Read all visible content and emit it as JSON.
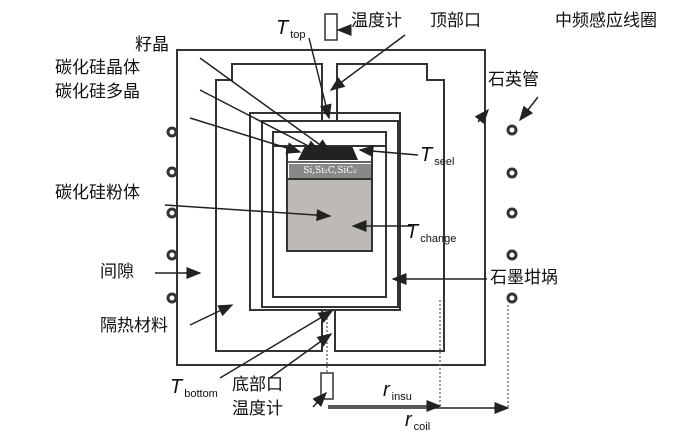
{
  "labels": {
    "thermometer_top": "温度计",
    "top_port": "顶部口",
    "seed": "籽晶",
    "sic_crystal": "碳化硅晶体",
    "sic_poly": "碳化硅多晶",
    "sic_powder": "碳化硅粉体",
    "gap": "间隙",
    "insulation": "隔热材料",
    "bottom_port": "底部口",
    "thermometer_bottom": "温度计",
    "mf_coil": "中频感应线圈",
    "quartz_tube": "石英管",
    "graphite_crucible": "石墨坩埚",
    "vapor_species": "Si,Si₂C,SiC₂"
  },
  "symbols": {
    "t_top": {
      "main": "T",
      "sub": "top"
    },
    "t_seed": {
      "main": "T",
      "sub": "seel"
    },
    "t_charge": {
      "main": "T",
      "sub": "change"
    },
    "t_bottom": {
      "main": "T",
      "sub": "bottom"
    },
    "r_insu": {
      "main": "r",
      "sub": "insu"
    },
    "r_coil": {
      "main": "r",
      "sub": "coil"
    }
  },
  "colors": {
    "line": "#222222",
    "powder": "#bdbab5",
    "seed": "#222222"
  }
}
